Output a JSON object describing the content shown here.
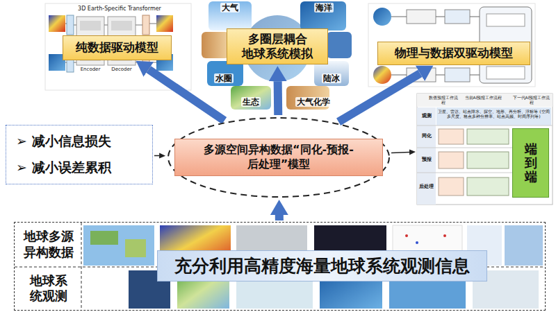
{
  "diagram": {
    "nodes": [
      {
        "text": [
          "纯数据驱动模型"
        ]
      },
      {
        "text": [
          "多圈层耦合 地球系统模拟"
        ]
      },
      {
        "text": [
          "物理与数据双驱动模型"
        ]
      },
      {
        "text": [
          "➢ 减小信息损失",
          "➢ 减小误差累积"
        ]
      },
      {
        "text": [
          "多源空间异构数据“同化-预报- 后处理”模型"
        ]
      },
      {
        "text": [
          "数值预报工作流程",
          "当前AI预报工作流程",
          "下一代AI预报工作流程"
        ]
      },
      {
        "text": [
          "端到端"
        ],
        "in": 5
      },
      {
        "text": [
          "充分利用高精度海量地球系统观测信息"
        ]
      },
      {
        "text": [
          "地球多源 异构数据"
        ],
        "in": 7
      },
      {
        "text": [
          "地球系 统观测"
        ],
        "in": 7
      }
    ],
    "edges": [
      {
        "from": 4,
        "to": 0,
        "arrow": "to"
      },
      {
        "from": 4,
        "to": 1,
        "arrow": "to"
      },
      {
        "from": 4,
        "to": 2,
        "arrow": "to"
      },
      {
        "from": 3,
        "to": 4,
        "arrow": "to"
      },
      {
        "from": 4,
        "to": 5,
        "arrow": "to"
      },
      {
        "from": 7,
        "to": 4,
        "arrow": "to"
      }
    ],
    "labels": [
      "3D Earth-Specific Transformer",
      "Encoder",
      "Decoder",
      "大气",
      "海洋",
      "水圈",
      "生态",
      "大气化学",
      "陆冰",
      "观测",
      "同化",
      "预报",
      "后处理",
      "卫星、雷达、站点降水、探空、地形、再分析、浮标等 (空间多尺度、格点多种分辨率、站点高频、时间序列等)"
    ]
  }
}
